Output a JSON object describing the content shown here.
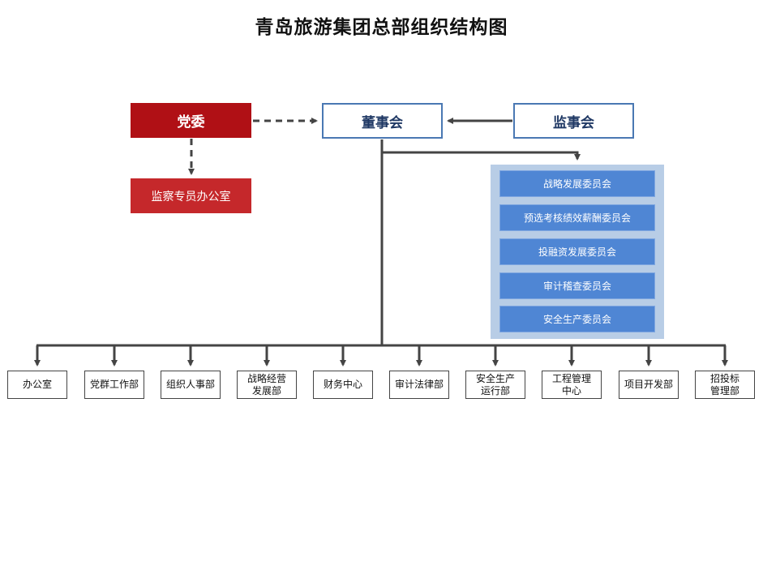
{
  "title": "青岛旅游集团总部组织结构图",
  "party": {
    "committee": "党委",
    "inspection_office": "监察专员办公室"
  },
  "board": "董事会",
  "supervisors": "监事会",
  "committees": [
    "战略发展委员会",
    "预选考核绩效薪酬委员会",
    "投融资发展委员会",
    "审计稽查委员会",
    "安全生产委员会"
  ],
  "departments": [
    "办公室",
    "党群工作部",
    "组织人事部",
    "战略经营\n发展部",
    "财务中心",
    "审计法律部",
    "安全生产\n运行部",
    "工程管理\n中心",
    "项目开发部",
    "招投标\n管理部"
  ],
  "colors": {
    "party_red": "#b01015",
    "party_sub_red": "#c5282b",
    "board_blue": "#4a78b3",
    "committee_blue": "#4f86d4",
    "committee_panel": "#b8cde6",
    "connector": "#444444"
  }
}
